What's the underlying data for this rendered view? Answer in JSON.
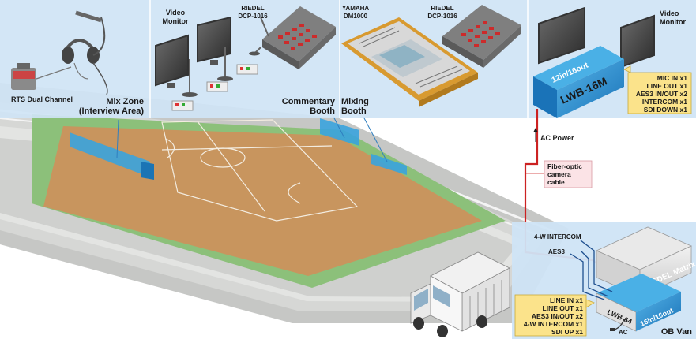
{
  "labels": {
    "rts": "RTS Dual Channel",
    "video_monitor_left_1": "Video",
    "video_monitor_left_2": "Monitor",
    "riedel_left_1": "RIEDEL",
    "riedel_left_2": "DCP-1016",
    "yamaha_1": "YAMAHA",
    "yamaha_2": "DM1000",
    "riedel_mid_1": "RIEDEL",
    "riedel_mid_2": "DCP-1016",
    "video_monitor_right_1": "Video",
    "video_monitor_right_2": "Monitor",
    "mix_zone_1": "Mix Zone",
    "mix_zone_2": "(Interview Area)",
    "commentary_1": "Commentary",
    "commentary_2": "Booth",
    "mixing_1": "Mixing",
    "mixing_2": "Booth",
    "ac_power": "AC Power",
    "fiber_1": "Fiber-optic",
    "fiber_2": "camera",
    "fiber_3": "cable",
    "intercom_4w": "4-W INTERCOM",
    "aes3": "AES3",
    "ac": "AC",
    "ob_van": "OB Van"
  },
  "lwb16m": {
    "channel_label": "12in/16out",
    "model": "LWB-16M",
    "io": [
      "MIC IN x1",
      "LINE OUT x1",
      "AES3 IN/OUT x2",
      "INTERCOM x1",
      "SDI DOWN x1"
    ]
  },
  "lwb64": {
    "channel_label": "16in/16out",
    "model": "LWB-64",
    "io": [
      "LINE IN x1",
      "LINE OUT x1",
      "AES3 IN/OUT x2",
      "4-W INTERCOM x1",
      "SDI UP x1"
    ]
  },
  "riedel_matrix": "RIEDEL Matrix",
  "colors": {
    "header_band": "#cfe4f5",
    "court_floor": "#c8955e",
    "court_green": "#8cc07a",
    "stand_gray": "#d3d4d2",
    "lwb_blue": "#2a8fd0",
    "yellow_callout": "#fbe38b",
    "fiber_red": "#cc2222",
    "cable_blue": "#1e4f8f",
    "pink_callout": "#fbe3e6"
  }
}
